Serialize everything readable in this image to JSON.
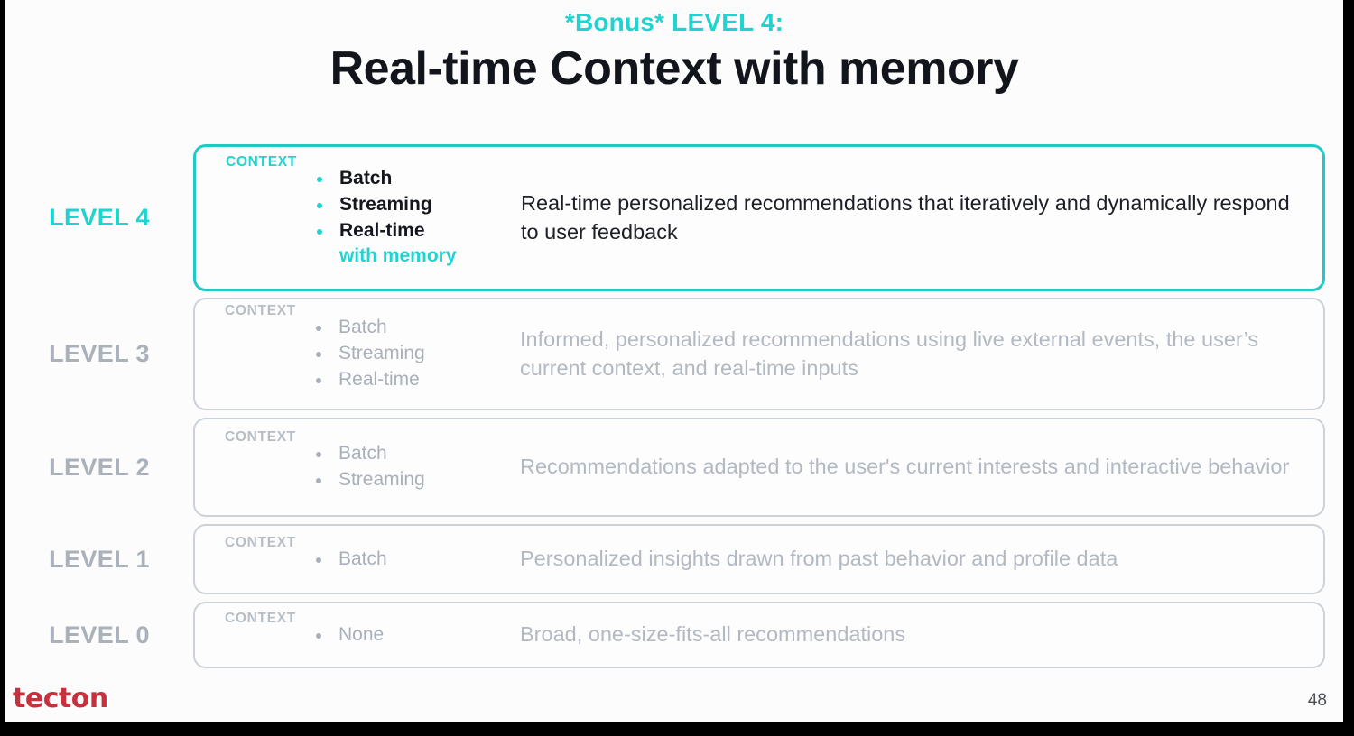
{
  "slide": {
    "eyebrow": "*Bonus* LEVEL 4:",
    "title": "Real-time Context with memory",
    "accent_color": "#1fd4cf",
    "muted_color": "#b2b9c2",
    "logo": "tecton",
    "logo_color": "#c7303c",
    "page_number": "48"
  },
  "rows": [
    {
      "level": "LEVEL 4",
      "context_label": "CONTEXT",
      "bullets": [
        "Batch",
        "Streaming",
        "Real-time"
      ],
      "extra": "with memory",
      "description": "Real-time personalized recommendations that iteratively and dynamically respond to user feedback",
      "active": true
    },
    {
      "level": "LEVEL 3",
      "context_label": "CONTEXT",
      "bullets": [
        "Batch",
        "Streaming",
        "Real-time"
      ],
      "extra": "",
      "description": "Informed, personalized recommendations using live external events, the user’s current context, and real-time inputs",
      "active": false
    },
    {
      "level": "LEVEL 2",
      "context_label": "CONTEXT",
      "bullets": [
        "Batch",
        "Streaming"
      ],
      "extra": "",
      "description": "Recommendations adapted to the user's current interests and interactive behavior",
      "active": false
    },
    {
      "level": "LEVEL 1",
      "context_label": "CONTEXT",
      "bullets": [
        "Batch"
      ],
      "extra": "",
      "description": "Personalized insights drawn from past behavior and profile data",
      "active": false
    },
    {
      "level": "LEVEL 0",
      "context_label": "CONTEXT",
      "bullets": [
        "None"
      ],
      "extra": "",
      "description": "Broad, one-size-fits-all recommendations",
      "active": false
    }
  ]
}
